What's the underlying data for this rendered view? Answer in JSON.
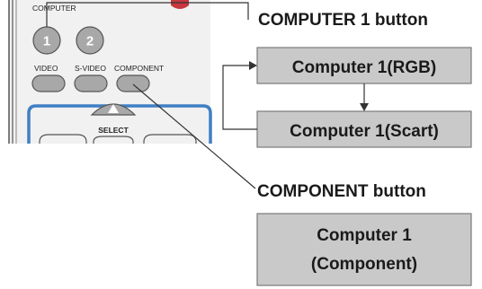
{
  "remote": {
    "section_label": "COMPUTER",
    "button_1": "1",
    "button_2": "2",
    "video_label": "VIDEO",
    "svideo_label": "S-VIDEO",
    "component_label": "COMPONENT",
    "select_label": "SELECT"
  },
  "callouts": {
    "computer1_button": "COMPUTER 1 button",
    "component_button": "COMPONENT button"
  },
  "flow": {
    "box_rgb": "Computer 1(RGB)",
    "box_scart": "Computer 1(Scart)",
    "box_component_line1": "Computer 1",
    "box_component_line2": "(Component)"
  },
  "colors": {
    "box_fill": "#c9c9c9",
    "box_border": "#7a7a7a",
    "remote_button": "#a8a8a8",
    "remote_blue": "#3f7fc4"
  }
}
